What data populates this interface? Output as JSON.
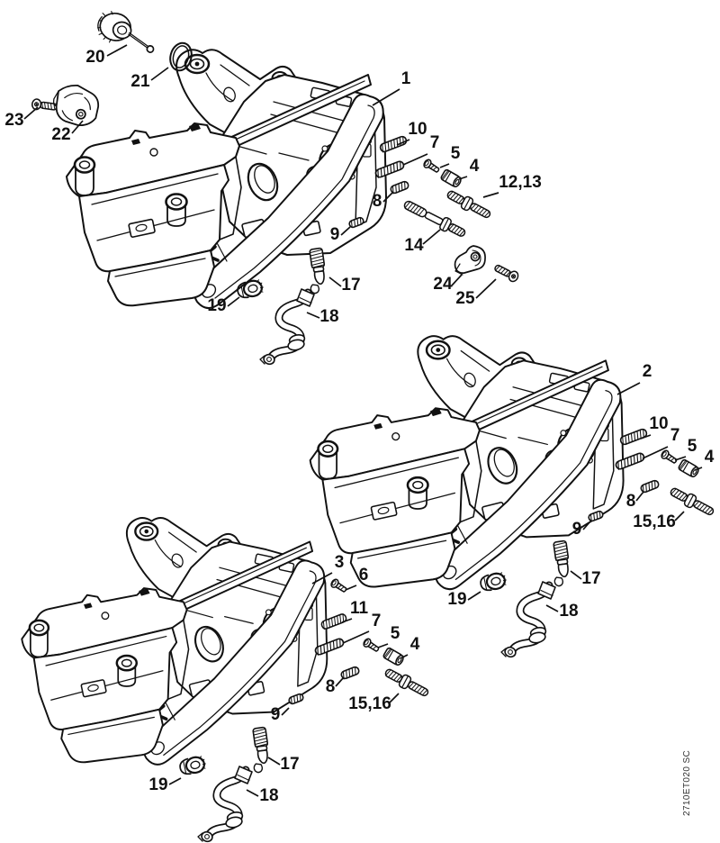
{
  "page": {
    "background": "#ffffff",
    "line_color": "#111111",
    "drawing_code": "2710ET020 SC"
  },
  "diagram": {
    "type": "exploded-parts-diagram",
    "assemblies": [
      {
        "name": "motor-housing-top",
        "callout_labels": [
          "20",
          "21",
          "23",
          "22",
          "1",
          "10",
          "7",
          "5",
          "4",
          "12,13",
          "8",
          "9",
          "14",
          "24",
          "25",
          "17",
          "19",
          "18"
        ]
      },
      {
        "name": "motor-housing-right",
        "callout_labels": [
          "2",
          "10",
          "7",
          "5",
          "4",
          "8",
          "15,16",
          "9",
          "17",
          "19",
          "18"
        ]
      },
      {
        "name": "motor-housing-bottom-left",
        "callout_labels": [
          "3",
          "6",
          "11",
          "7",
          "5",
          "4",
          "8",
          "15,16",
          "9",
          "17",
          "19",
          "18"
        ]
      }
    ]
  },
  "labels": {
    "a1": [
      "20",
      "21",
      "23",
      "22",
      "1",
      "10",
      "7",
      "5",
      "4",
      "12,13",
      "8",
      "9",
      "14",
      "24",
      "25",
      "17",
      "19",
      "18"
    ],
    "a2": [
      "2",
      "10",
      "7",
      "5",
      "4",
      "8",
      "15,16",
      "9",
      "17",
      "19",
      "18"
    ],
    "a3": [
      "3",
      "6",
      "11",
      "7",
      "5",
      "4",
      "8",
      "15,16",
      "9",
      "17",
      "19",
      "18"
    ]
  }
}
